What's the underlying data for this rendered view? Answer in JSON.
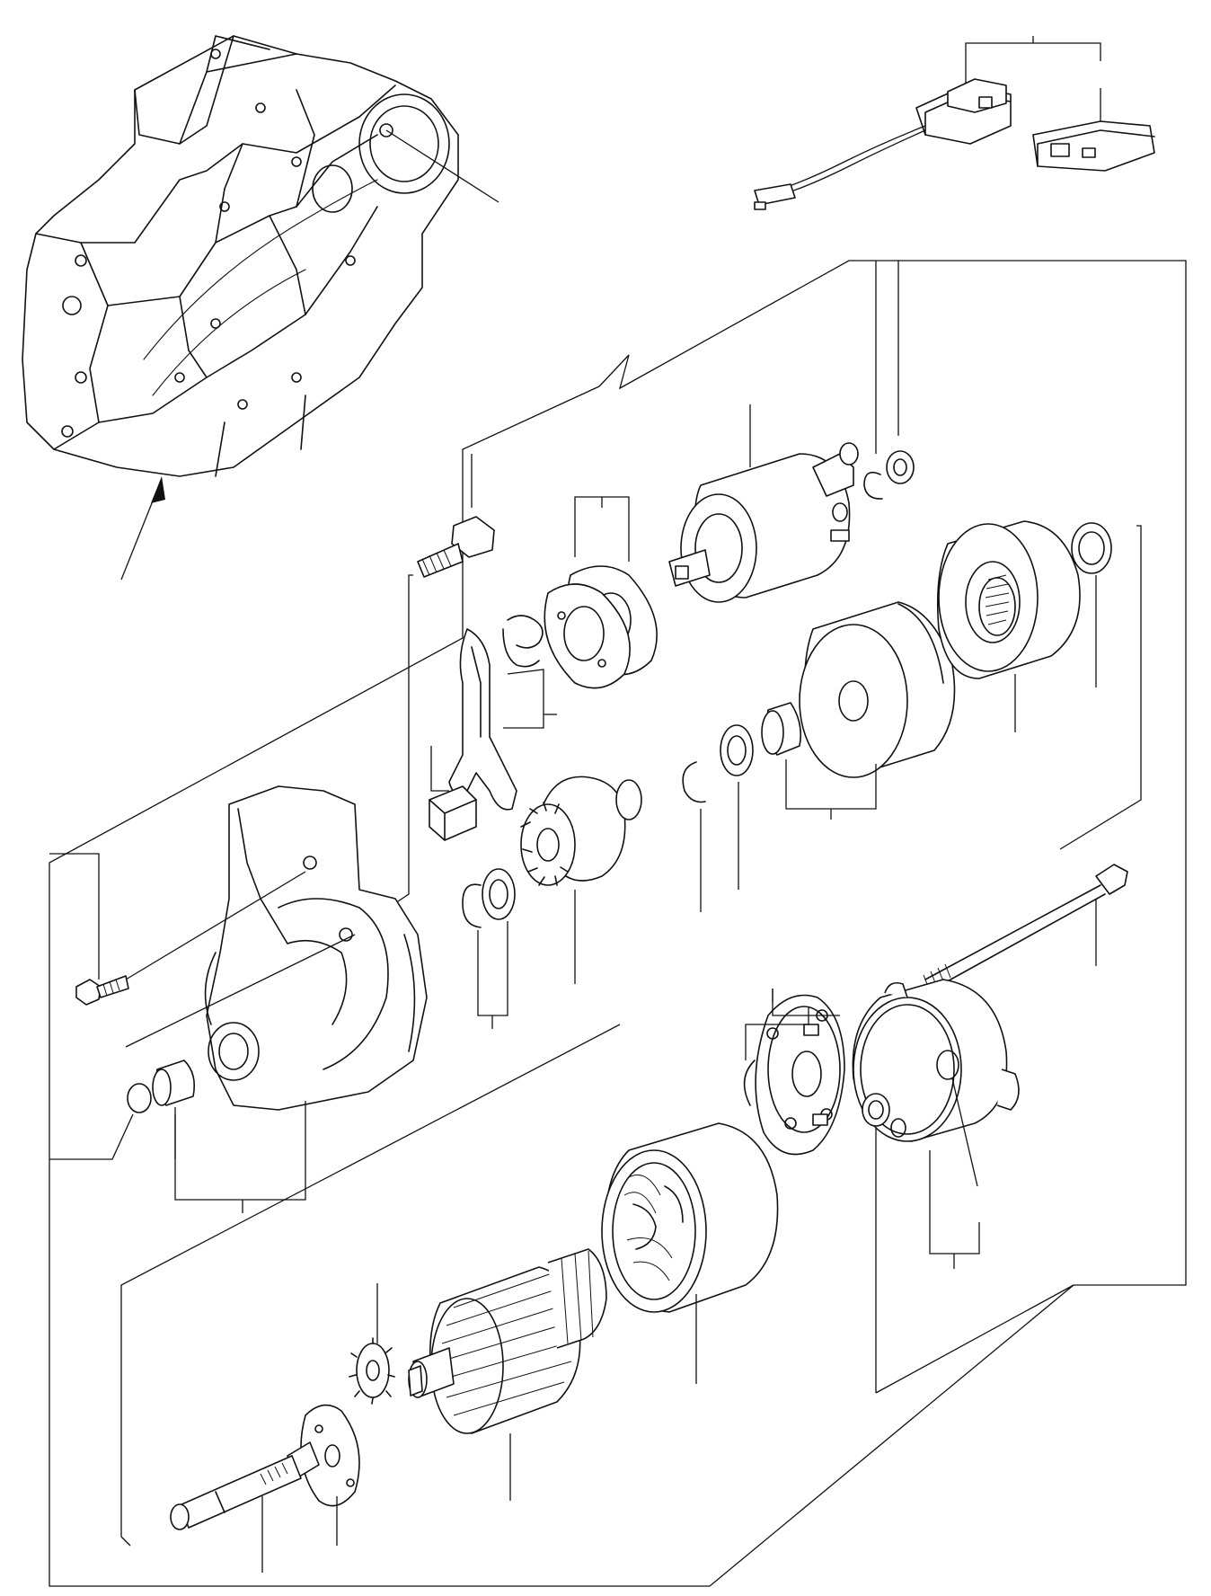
{
  "diagram": {
    "kind": "exploded-parts-diagram",
    "subject_icons": [
      "flywheel-housing",
      "starter-motor-assembly",
      "wiring-harness-connector",
      "solenoid-switch",
      "pinion-clutch",
      "armature",
      "yoke",
      "brush-holder",
      "rear-cover",
      "through-bolt"
    ],
    "labels": []
  }
}
